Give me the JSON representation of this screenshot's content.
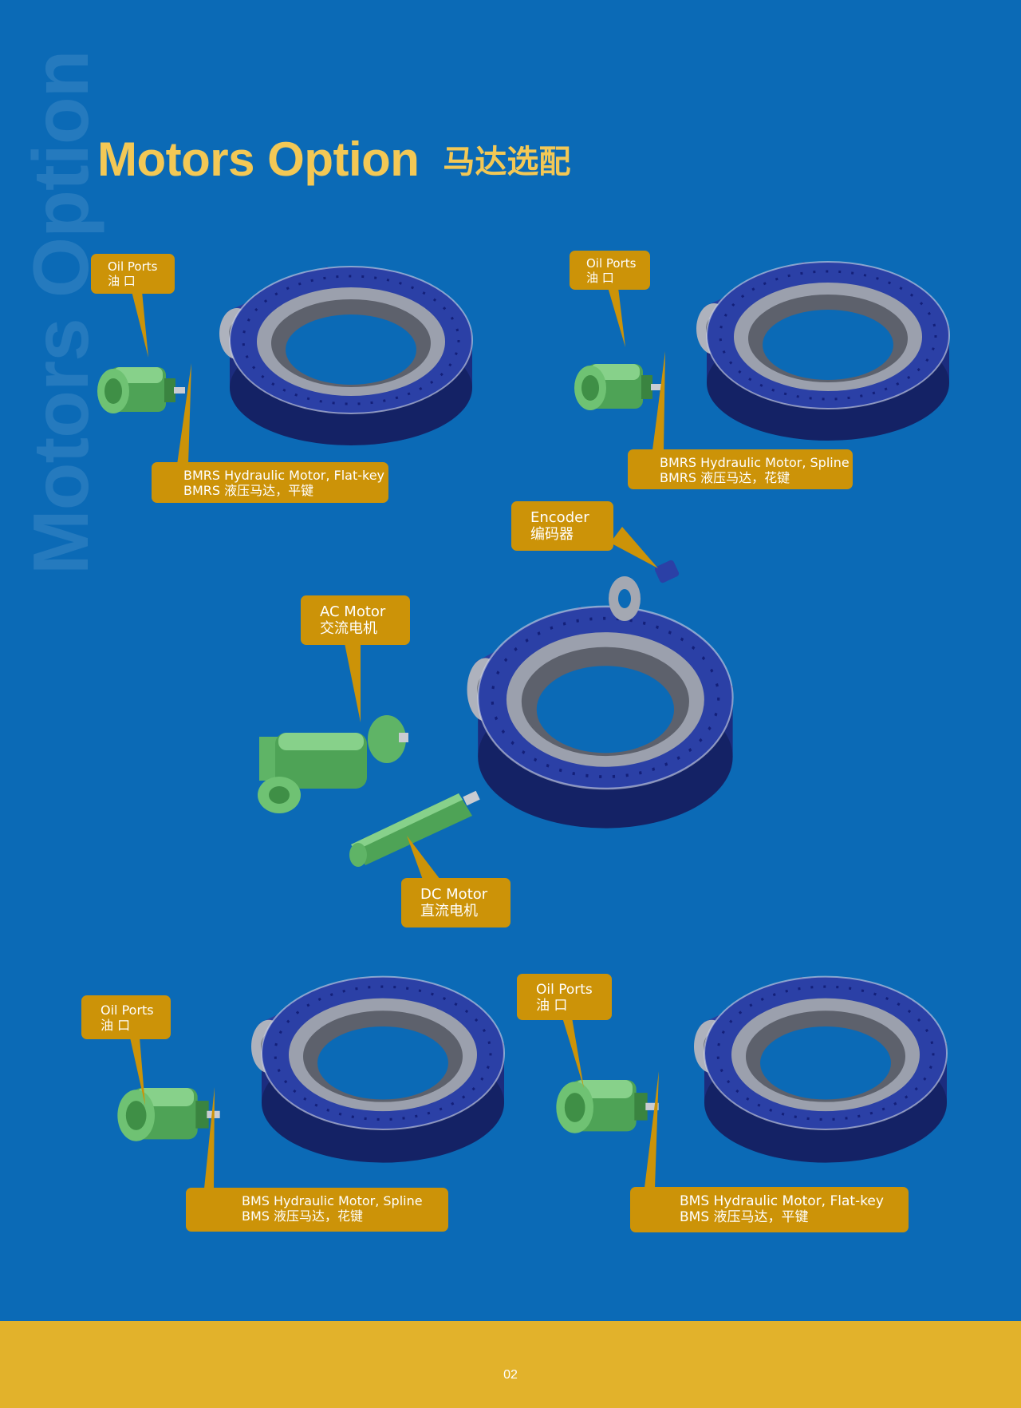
{
  "watermark": "Motors Option",
  "header": {
    "title_en": "Motors Option",
    "title_cn": "马达选配"
  },
  "labels": {
    "oil_ports_1": {
      "line1": "Oil Ports",
      "line2": "油 口"
    },
    "motor_1": {
      "line1": "BMRS Hydraulic Motor, Flat-key",
      "line2": "BMRS 液压马达，平键"
    },
    "oil_ports_2": {
      "line1": "Oil Ports",
      "line2": "油 口"
    },
    "motor_2": {
      "line1": "BMRS Hydraulic Motor, Spline",
      "line2": "BMRS 液压马达，花键"
    },
    "encoder": {
      "line1": "Encoder",
      "line2": "编码器"
    },
    "ac_motor": {
      "line1": "AC Motor",
      "line2": "交流电机"
    },
    "dc_motor": {
      "line1": "DC Motor",
      "line2": "直流电机"
    },
    "oil_ports_3": {
      "line1": "Oil Ports",
      "line2": "油 口"
    },
    "motor_3": {
      "line1": "BMS Hydraulic Motor, Spline",
      "line2": "BMS 液压马达，花键"
    },
    "oil_ports_4": {
      "line1": "Oil Ports",
      "line2": "油 口"
    },
    "motor_4": {
      "line1": "BMS Hydraulic Motor, Flat-key",
      "line2": "BMS 液压马达，平键"
    }
  },
  "footer": {
    "page_number": "02"
  },
  "colors": {
    "background": "#0b6ab6",
    "title": "#f3c855",
    "label": "#cc9308",
    "footer": "#e2b22b",
    "drive_body": "#24399b",
    "motor": "#6fc273"
  }
}
